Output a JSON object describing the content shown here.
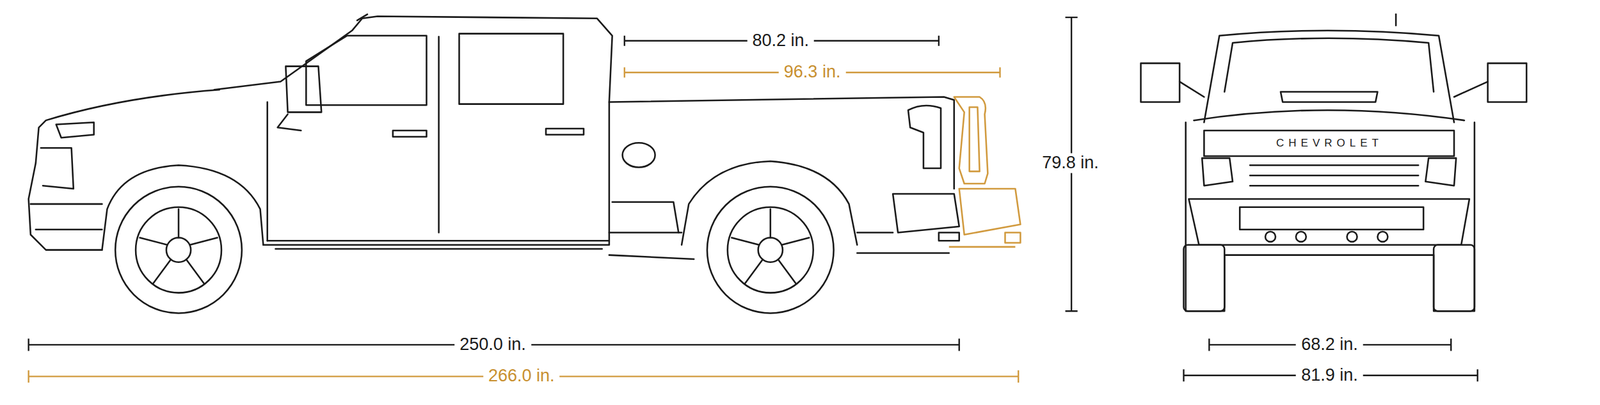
{
  "diagram": {
    "labels": [
      "80.2 in.",
      "96.3 in.",
      "CHEVROLET",
      "79.8 in.",
      "250.0 in.",
      "266.0 in.",
      "68.2 in.",
      "81.9 in."
    ]
  }
}
